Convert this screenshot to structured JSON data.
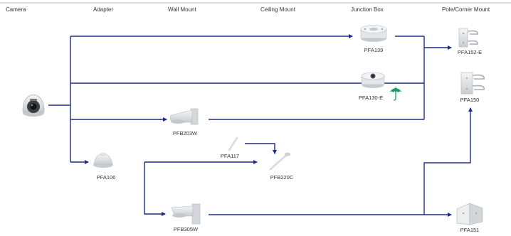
{
  "header": {
    "columns": [
      "Camera",
      "Adapter",
      "Wall Mount",
      "Ceiling Mount",
      "Junction Box",
      "Pole/Corner Mount"
    ]
  },
  "products": {
    "camera": "",
    "pfa139": "PFA139",
    "pfa130e": "PFA130-E",
    "pfb203w": "PFB203W",
    "pfa106": "PFA106",
    "pfa117": "PFA117",
    "pfb220c": "PFB220C",
    "pfb305w": "PFB305W",
    "pfa152e": "PFA152-E",
    "pfa150": "PFA150",
    "pfa151": "PFA151"
  },
  "colors": {
    "line": "#1f2a8c",
    "header_rule": "#b5b5b5",
    "product_gray": "#d9dcdf",
    "umbrella": "#1b9b6a"
  },
  "icons": {
    "weatherproof": "umbrella-icon"
  }
}
